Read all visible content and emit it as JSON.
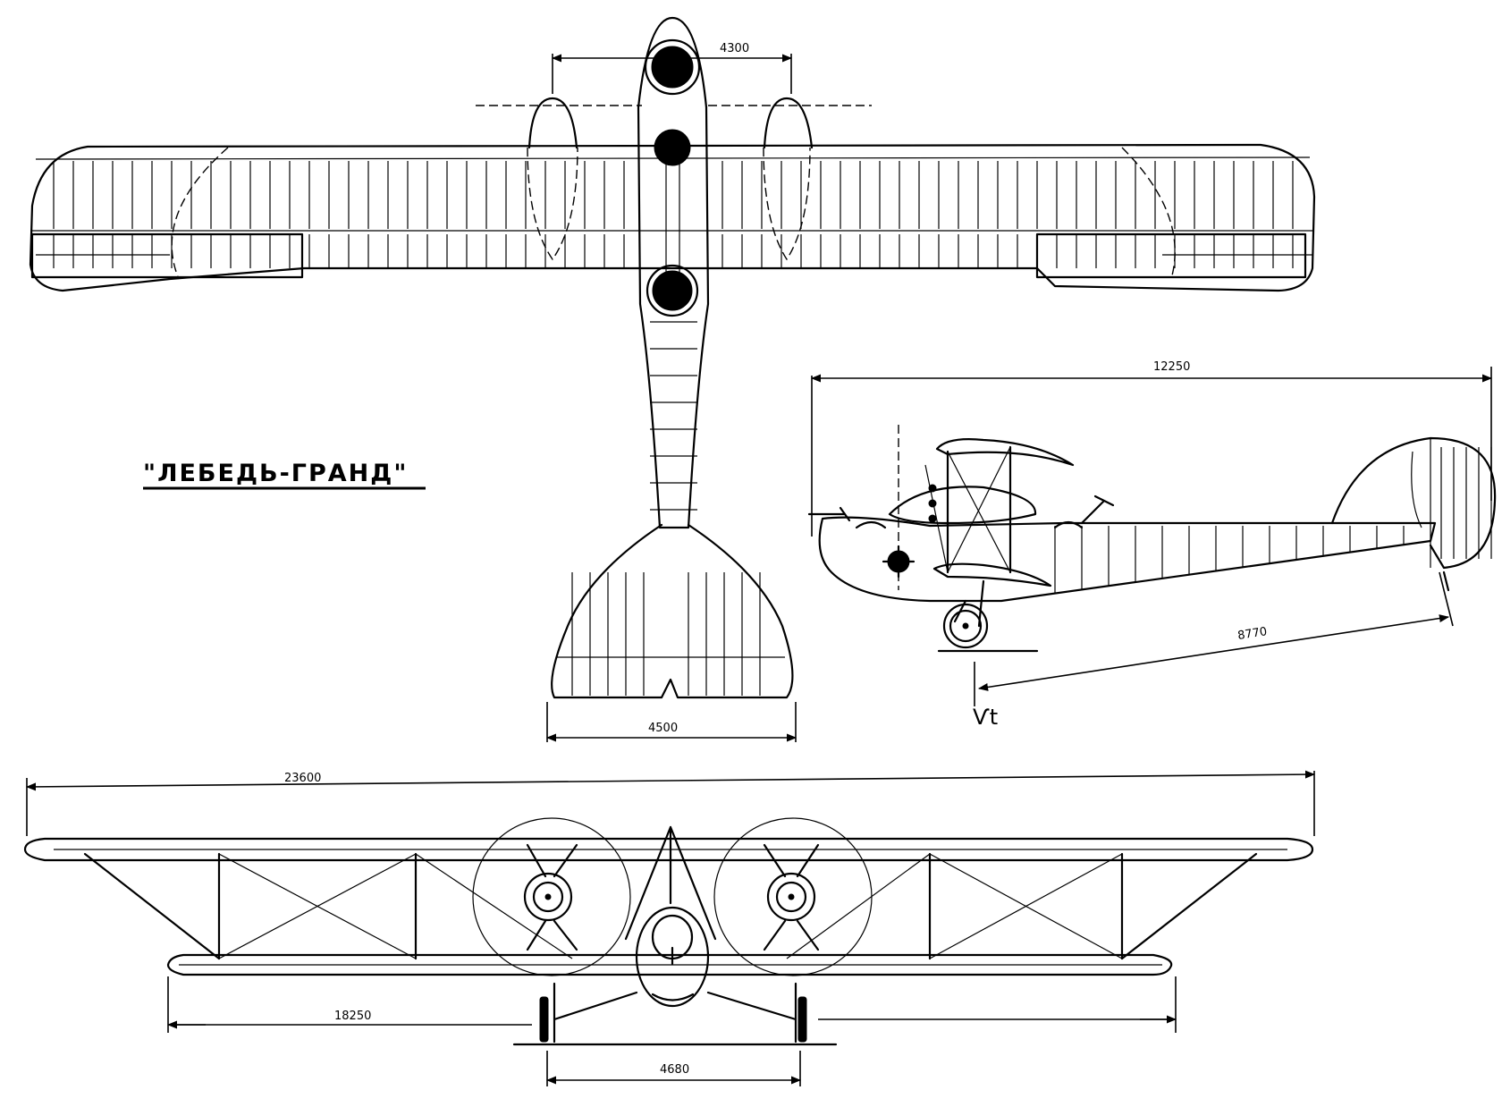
{
  "title": "\"ЛЕБЕДЬ-ГРАНД\"",
  "signature": "Ѵt",
  "dimensions": {
    "engine_spacing": "4300",
    "tailplane_span": "4500",
    "overall_length": "12250",
    "fuselage_length": "8770",
    "upper_wing_span": "23600",
    "lower_wing_span": "18250",
    "wheel_track": "4680"
  },
  "colors": {
    "ink": "#000000",
    "paper": "#ffffff"
  }
}
